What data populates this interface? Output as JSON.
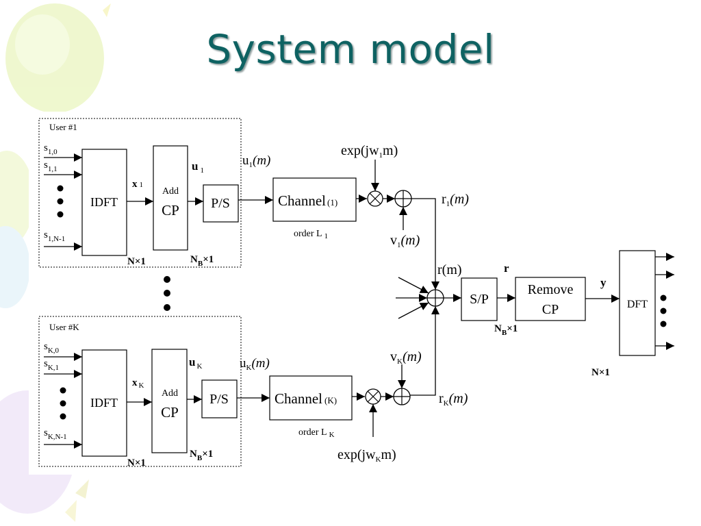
{
  "slide": {
    "title": "System model"
  },
  "colors": {
    "title": "#0e6262",
    "stroke": "#000000"
  },
  "diagram": {
    "user1": {
      "group_label": "User #1",
      "inputs": [
        "s",
        "s",
        "s"
      ],
      "input_subs": [
        "1,0",
        "1,1",
        "1,N-1"
      ],
      "idft_label": "IDFT",
      "x_label": "x",
      "x_sub": "1",
      "add_label": "Add",
      "cp_label": "CP",
      "u_label": "u",
      "u_sub": "1",
      "ps_label": "P/S",
      "dim_n": "N×1",
      "dim_nb_n": "N",
      "dim_nb_sub": "B",
      "dim_nb_rest": "×1",
      "u_m_label": "u",
      "u_m_sub": "1",
      "u_m_arg": "(m)",
      "channel_label": "Channel",
      "channel_idx": "(1)",
      "order_label": "order L",
      "order_sub": "1",
      "exp_label": "exp(jw",
      "exp_sub": "1",
      "exp_arg": "m)",
      "v_label": "v",
      "v_sub": "1",
      "v_arg": "(m)",
      "r_label": "r",
      "r_sub": "1",
      "r_arg": "(m)"
    },
    "userK": {
      "group_label": "User #K",
      "inputs": [
        "s",
        "s",
        "s"
      ],
      "input_subs": [
        "K,0",
        "K,1",
        "K,N-1"
      ],
      "idft_label": "IDFT",
      "x_label": "x",
      "x_sub": "K",
      "add_label": "Add",
      "cp_label": "CP",
      "u_label": "u",
      "u_sub": "K",
      "ps_label": "P/S",
      "dim_n": "N×1",
      "dim_nb_n": "N",
      "dim_nb_sub": "B",
      "dim_nb_rest": "×1",
      "u_m_label": "u",
      "u_m_sub": "K",
      "u_m_arg": "(m)",
      "channel_label": "Channel",
      "channel_idx": "(K)",
      "order_label": "order L",
      "order_sub": "K",
      "exp_label": "exp(jw",
      "exp_sub": "K",
      "exp_arg": "m)",
      "v_label": "v",
      "v_sub": "K",
      "v_arg": "(m)",
      "r_label": "r",
      "r_sub": "K",
      "r_arg": "(m)"
    },
    "receiver": {
      "r_sum_label": "r(m)",
      "sp_label": "S/P",
      "r_vec_label": "r",
      "remove_label": "Remove",
      "cp_label": "CP",
      "dim_nb_n": "N",
      "dim_nb_sub": "B",
      "dim_nb_rest": "×1",
      "y_label": "y",
      "dft_label": "DFT",
      "dim_n": "N×1"
    }
  }
}
